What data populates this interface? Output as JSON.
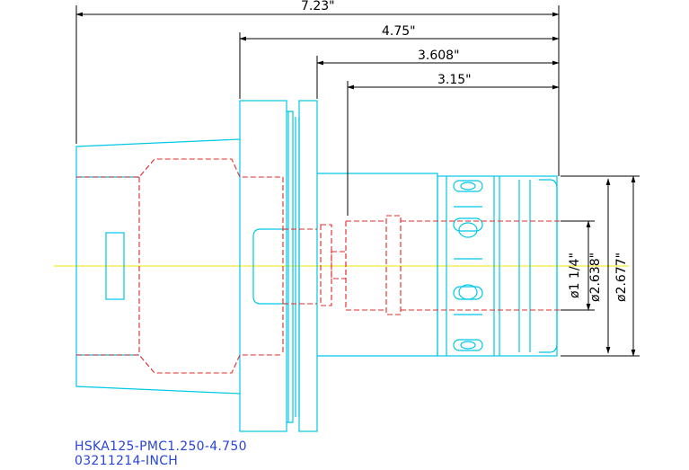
{
  "dimensions": {
    "overall_length": "7.23\"",
    "gauge_length": "4.75\"",
    "flange_to_end": "3.608\"",
    "body_length": "3.15\"",
    "bore_diameter": "ø1 1/4\"",
    "nose_diameter_inner": "ø2.638\"",
    "nose_diameter_outer": "ø2.677\""
  },
  "title_block": {
    "part_number": "HSKA125-PMC1.250-4.750",
    "drawing_id": "03211214-INCH"
  },
  "colors": {
    "outline": "#00c8e6",
    "hidden_lines": "#e02828",
    "dimension_lines": "#000000",
    "centerline": "#ffff00",
    "title_text": "#2a44d8"
  }
}
